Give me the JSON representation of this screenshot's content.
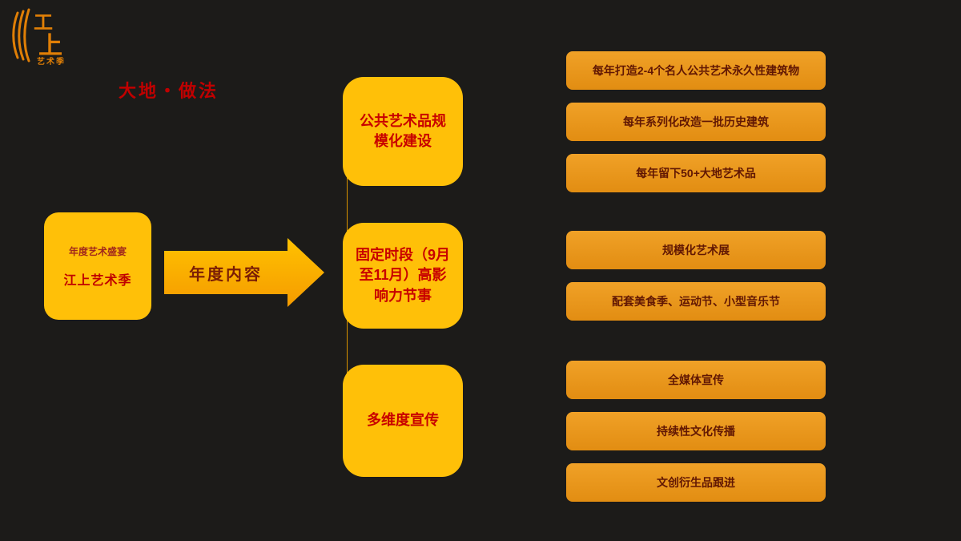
{
  "title": "大地・做法",
  "logo": {
    "char_top": "工",
    "char_bottom": "上",
    "subtitle": "艺术季"
  },
  "source_box": {
    "subtitle": "年度艺术盛宴",
    "title": "江上艺术季"
  },
  "arrow": {
    "label": "年度内容"
  },
  "categories": [
    {
      "label": "公共艺术品规模化建设"
    },
    {
      "label": "固定时段（9月至11月）高影响力节事"
    },
    {
      "label": "多维度宣传"
    }
  ],
  "details": [
    {
      "label": "每年打造2-4个名人公共艺术永久性建筑物"
    },
    {
      "label": "每年系列化改造一批历史建筑"
    },
    {
      "label": "每年留下50+大地艺术品"
    },
    {
      "label": "规模化艺术展"
    },
    {
      "label": "配套美食季、运动节、小型音乐节"
    },
    {
      "label": "全媒体宣传"
    },
    {
      "label": "持续性文化传播"
    },
    {
      "label": "文创衍生品跟进"
    }
  ],
  "colors": {
    "background": "#1c1b19",
    "yellow_box": "#ffc008",
    "orange_box": "#e8941c",
    "red_text": "#c00000",
    "dark_red_text": "#611703",
    "logo_orange": "#e07f06"
  }
}
